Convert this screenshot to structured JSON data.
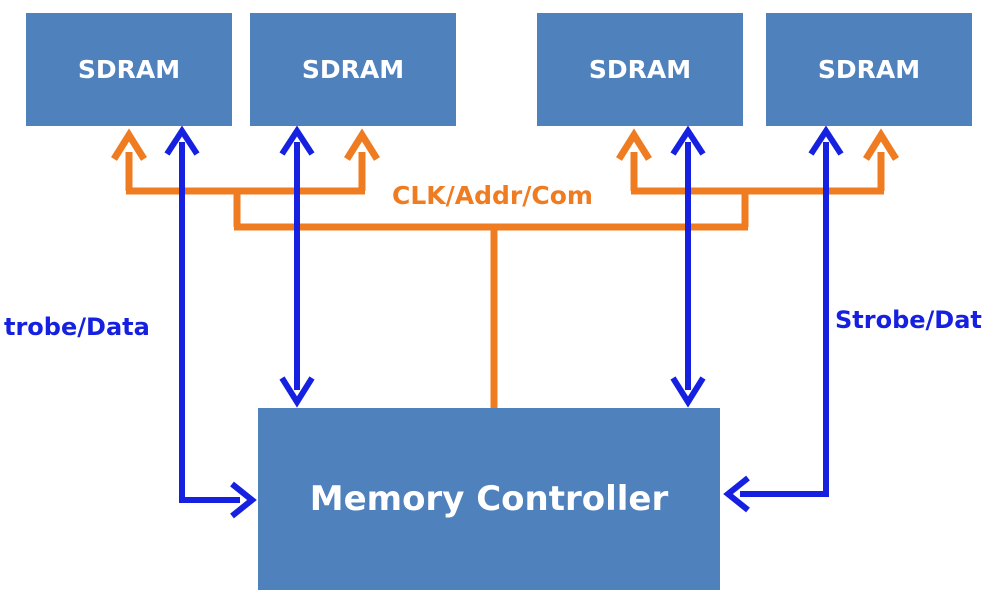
{
  "colors": {
    "box_fill": "#4f81bd",
    "box_text": "#ffffff",
    "bus_orange": "#f07c22",
    "data_blue": "#1520e0"
  },
  "sdram": [
    {
      "label": "SDRAM"
    },
    {
      "label": "SDRAM"
    },
    {
      "label": "SDRAM"
    },
    {
      "label": "SDRAM"
    }
  ],
  "controller": {
    "label": "Memory Controller"
  },
  "bus": {
    "label": "CLK/Addr/Com"
  },
  "strobe": {
    "left_label": "trobe/Data",
    "right_label": "Strobe/Dat"
  }
}
